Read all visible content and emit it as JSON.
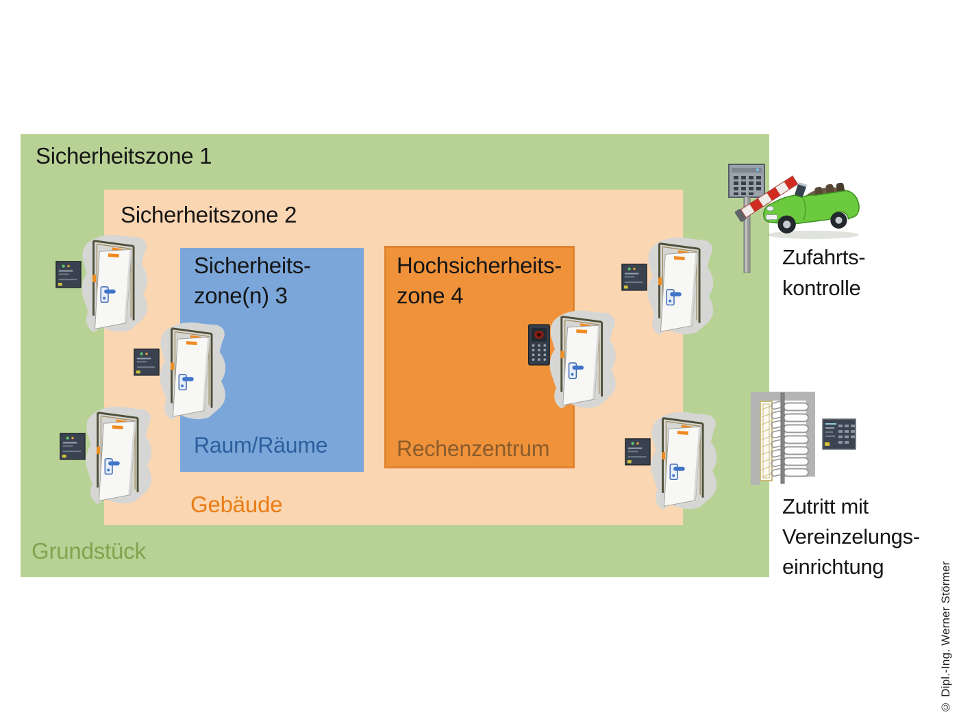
{
  "zones": {
    "zone1": {
      "label": "Sicherheitszone 1",
      "sublabel": "Grundstück",
      "fill": "#b8d295",
      "sublabel_color": "#84a24f"
    },
    "zone2": {
      "label": "Sicherheitszone 2",
      "sublabel": "Gebäude",
      "fill": "#fbd6b2",
      "sublabel_color": "#e97d15"
    },
    "zone3": {
      "label_line1": "Sicherheits-",
      "label_line2": "zone(n) 3",
      "sublabel": "Raum/Räume",
      "fill": "#7ba6d9",
      "sublabel_color": "#2c5f9e"
    },
    "zone4": {
      "label_line1": "Hochsicherheits-",
      "label_line2": "zone 4",
      "sublabel": "Rechenzentrum",
      "fill": "#f0923a",
      "border_color": "#e0832f",
      "sublabel_color": "#8a5c2c"
    }
  },
  "callouts": {
    "vehicle_access": {
      "line1": "Zufahrts-",
      "line2": "kontrolle"
    },
    "entry": {
      "line1": "Zutritt mit",
      "line2": "Vereinzelungs-",
      "line3": "einrichtung"
    }
  },
  "credit": "© Dipl.-Ing. Werner Störmer",
  "icons": {
    "door": "door-with-access-reader",
    "biometric_door": "door-with-biometric-terminal",
    "keypad": "code-keypad",
    "car": "green-convertible-car",
    "barrier": "entry-barrier-with-keypad",
    "turnstile": "full-height-turnstile"
  }
}
